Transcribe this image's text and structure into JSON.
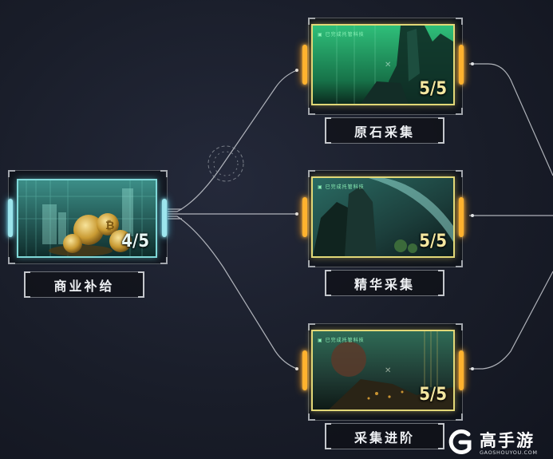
{
  "nodes": {
    "commerce": {
      "label": "商业补给",
      "progress": "4/5"
    },
    "ore": {
      "label": "原石采集",
      "progress": "5/5",
      "tag": "▣ 已完成托管科技"
    },
    "essence": {
      "label": "精华采集",
      "progress": "5/5",
      "tag": "▣ 已完成托管科技"
    },
    "advanced": {
      "label": "采集进阶",
      "progress": "5/5",
      "tag": "▣ 已完成托管科技"
    }
  },
  "watermark": {
    "brand": "高手游",
    "site": "GAOSHOUYOU.COM"
  },
  "colors": {
    "teal": "#7fd8d8",
    "gold": "#e2d877",
    "orange": "#ffb22e"
  }
}
